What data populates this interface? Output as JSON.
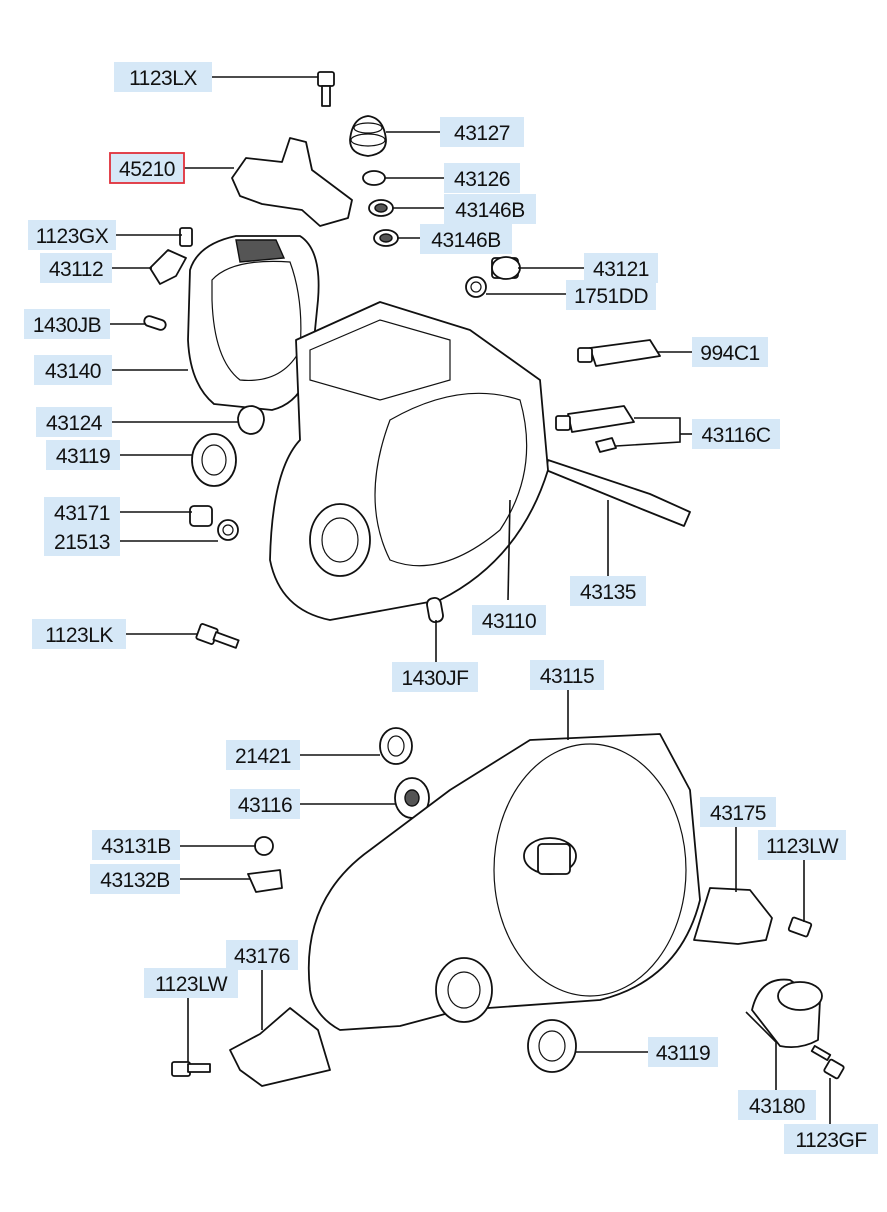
{
  "highlight_color": "#e0303a",
  "label_bg_color": "#d6e8f7",
  "labels": {
    "l_1123LX": "1123LX",
    "l_43127": "43127",
    "l_45210": "45210",
    "l_43126": "43126",
    "l_43146B_1": "43146B",
    "l_1123GX": "1123GX",
    "l_43146B_2": "43146B",
    "l_43112": "43112",
    "l_43121": "43121",
    "l_1751DD": "1751DD",
    "l_1430JB": "1430JB",
    "l_994C1": "994C1",
    "l_43140": "43140",
    "l_43124": "43124",
    "l_43116C": "43116C",
    "l_43119_top": "43119",
    "l_43171": "43171",
    "l_21513": "21513",
    "l_43135": "43135",
    "l_1123LK": "1123LK",
    "l_43110": "43110",
    "l_1430JF": "1430JF",
    "l_43115": "43115",
    "l_21421": "21421",
    "l_43116": "43116",
    "l_43175": "43175",
    "l_43131B": "43131B",
    "l_1123LW_right": "1123LW",
    "l_43132B": "43132B",
    "l_43176": "43176",
    "l_1123LW_left": "1123LW",
    "l_43119_bottom": "43119",
    "l_43180": "43180",
    "l_1123GF": "1123GF"
  }
}
